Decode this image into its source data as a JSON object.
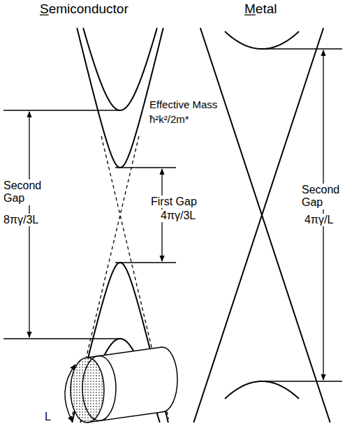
{
  "diagram": {
    "labels": [
      "Semiconductor",
      "Metal",
      "Effective Mass",
      "ħ²k²/2m*",
      "Second Gap",
      "8πγ/3L",
      "First Gap",
      "4πγ/3L",
      "Second Gap",
      "4πγ/L",
      "L"
    ]
  }
}
